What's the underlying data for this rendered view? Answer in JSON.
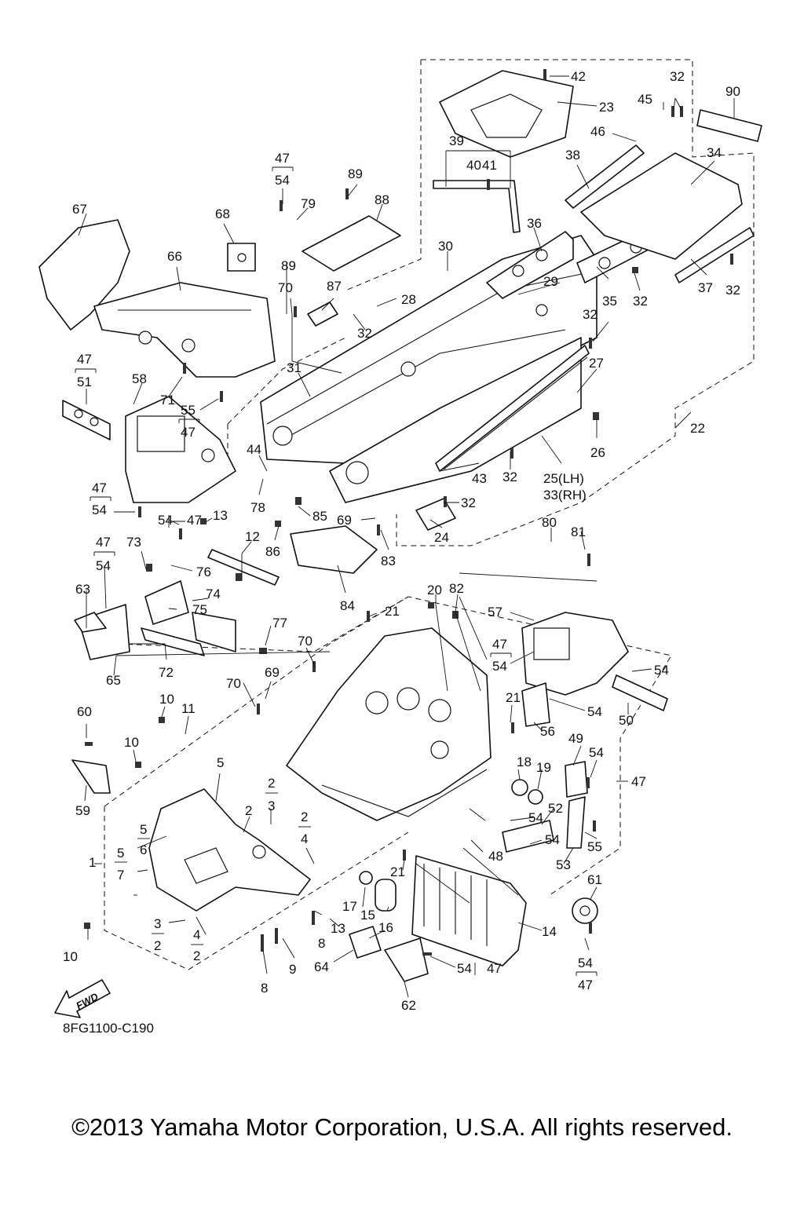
{
  "diagram_code": "8FG1100-C190",
  "copyright": "©2013 Yamaha Motor Corporation, U.S.A. All rights reserved.",
  "fwd_label": "FWD",
  "part_numbers": [
    "1",
    "2",
    "3",
    "4",
    "5",
    "6",
    "7",
    "8",
    "9",
    "10",
    "11",
    "12",
    "13",
    "14",
    "15",
    "16",
    "17",
    "18",
    "19",
    "20",
    "21",
    "22",
    "23",
    "24",
    "25(LH)",
    "26",
    "27",
    "28",
    "29",
    "30",
    "31",
    "32",
    "33(RH)",
    "34",
    "35",
    "36",
    "37",
    "38",
    "39",
    "40",
    "41",
    "42",
    "43",
    "44",
    "45",
    "46",
    "47",
    "48",
    "49",
    "50",
    "51",
    "52",
    "53",
    "54",
    "55",
    "56",
    "57",
    "58",
    "59",
    "60",
    "61",
    "62",
    "63",
    "64",
    "65",
    "66",
    "67",
    "68",
    "69",
    "70",
    "71",
    "72",
    "73",
    "74",
    "75",
    "76",
    "77",
    "78",
    "79",
    "80",
    "81",
    "82",
    "83",
    "84",
    "85",
    "86",
    "87",
    "88",
    "89",
    "90"
  ]
}
